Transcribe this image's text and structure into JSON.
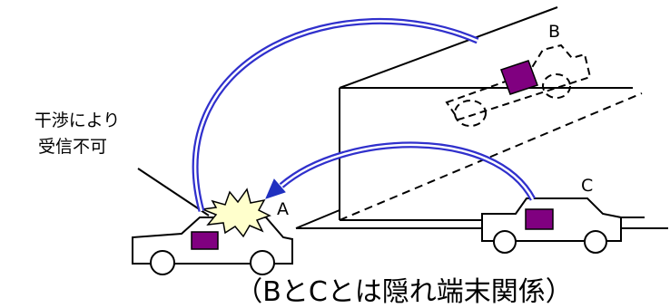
{
  "labels": {
    "car_a": "A",
    "car_b": "B",
    "car_c": "C"
  },
  "note": {
    "line1": "干渉により",
    "line2": "受信不可"
  },
  "caption": "（BとCとは隠れ端末関係）",
  "colors": {
    "signal": "#3030cc",
    "terminal": "#800080",
    "burst": "#ffffcc",
    "outline": "#000000"
  }
}
